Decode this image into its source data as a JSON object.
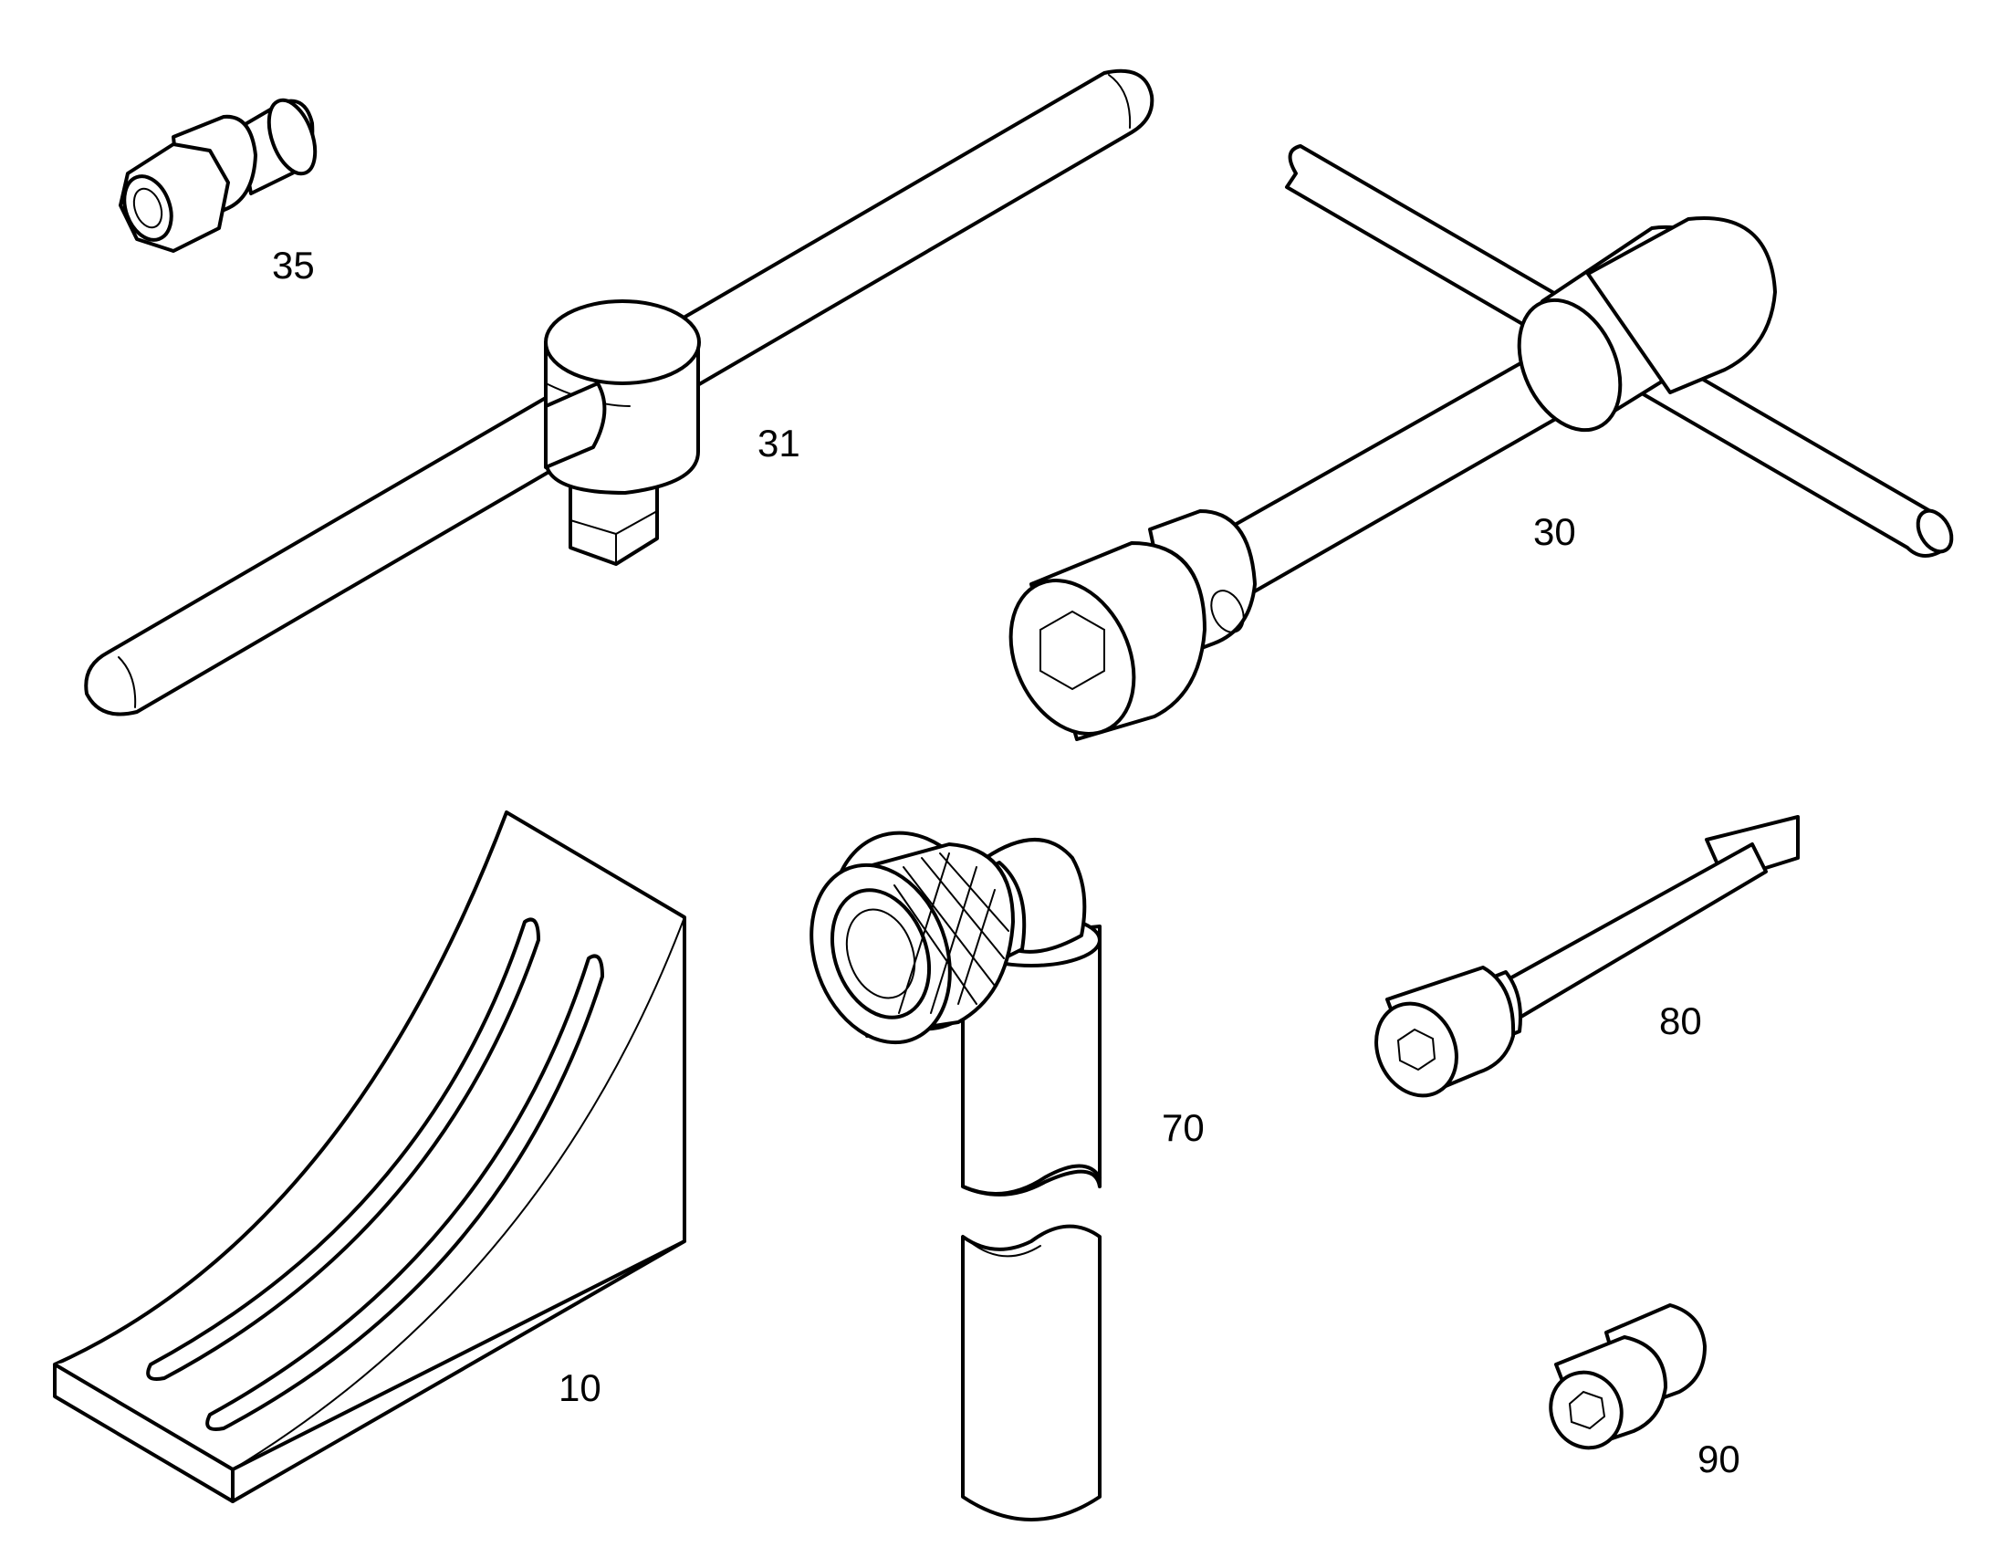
{
  "diagram": {
    "type": "exploded-parts-illustration",
    "parts": [
      {
        "id": "p35",
        "label": "35",
        "icon": "small-socket-icon"
      },
      {
        "id": "p31",
        "label": "31",
        "icon": "t-handle-drive-bar-icon"
      },
      {
        "id": "p30",
        "label": "30",
        "icon": "t-bar-box-wrench-icon"
      },
      {
        "id": "p10",
        "label": "10",
        "icon": "wheel-chock-icon"
      },
      {
        "id": "p70",
        "label": "70",
        "icon": "angled-socket-wrench-icon"
      },
      {
        "id": "p80",
        "label": "80",
        "icon": "extension-socket-icon"
      },
      {
        "id": "p90",
        "label": "90",
        "icon": "hex-socket-icon"
      }
    ]
  }
}
